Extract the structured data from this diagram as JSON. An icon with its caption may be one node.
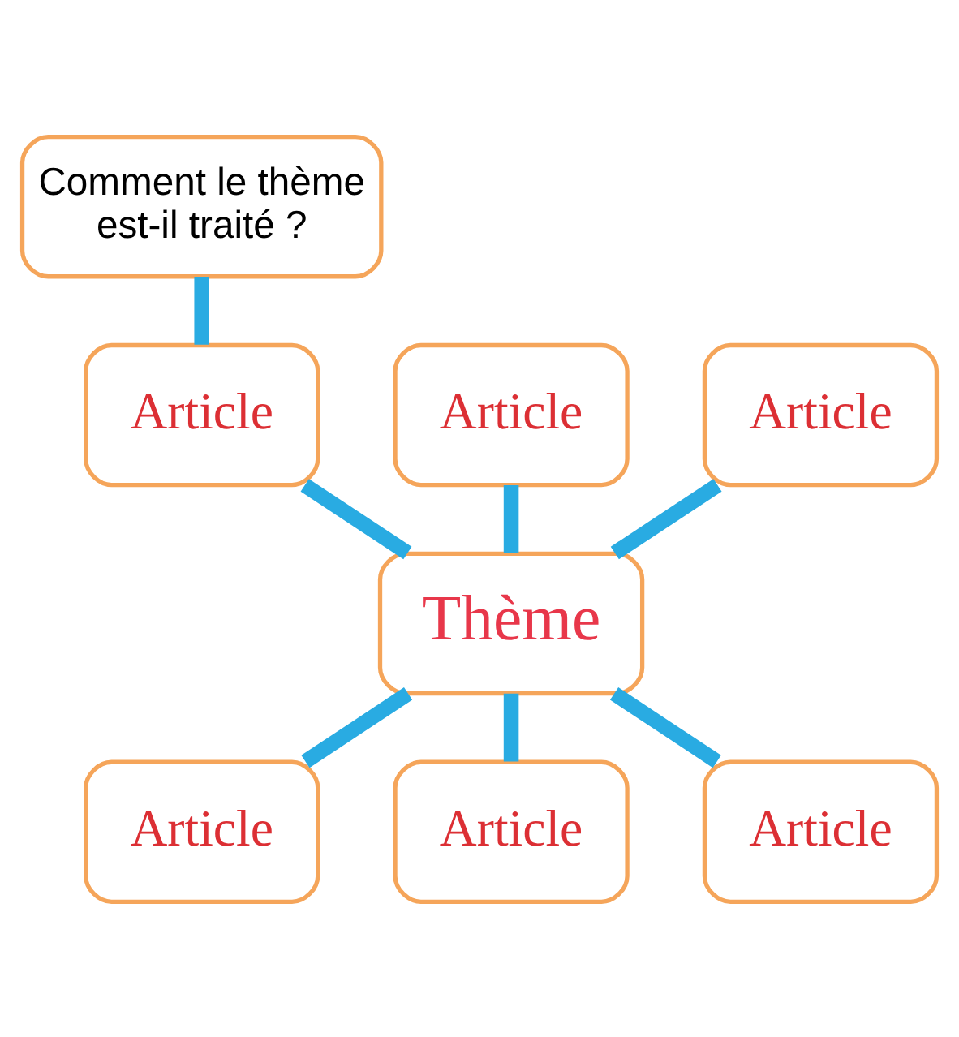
{
  "diagram": {
    "nodes": [
      {
        "text": [
          "Comment le thème est-il traité ?"
        ]
      },
      {
        "text": [
          "Article"
        ]
      },
      {
        "text": [
          "Article"
        ]
      },
      {
        "text": [
          "Article"
        ]
      },
      {
        "text": [
          "Thème"
        ]
      },
      {
        "text": [
          "Article"
        ]
      },
      {
        "text": [
          "Article"
        ]
      },
      {
        "text": [
          "Article"
        ]
      }
    ],
    "edges": [
      {
        "from": 0,
        "to": 1,
        "arrow": "none"
      },
      {
        "from": 1,
        "to": 4,
        "arrow": "none"
      },
      {
        "from": 2,
        "to": 4,
        "arrow": "none"
      },
      {
        "from": 3,
        "to": 4,
        "arrow": "none"
      },
      {
        "from": 4,
        "to": 5,
        "arrow": "none"
      },
      {
        "from": 4,
        "to": 6,
        "arrow": "none"
      },
      {
        "from": 4,
        "to": 7,
        "arrow": "none"
      }
    ]
  }
}
